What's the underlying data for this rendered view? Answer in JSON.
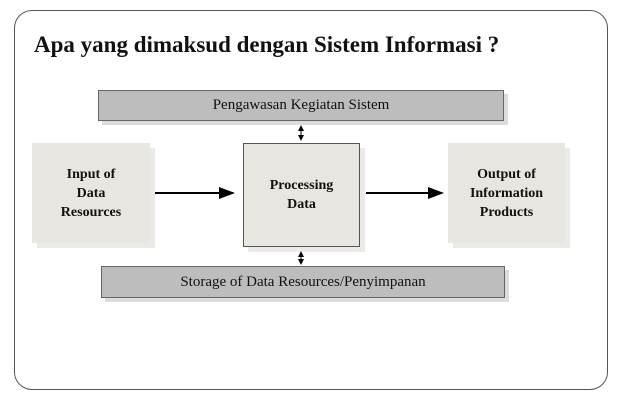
{
  "title": "Apa yang dimaksud dengan Sistem Informasi ?",
  "diagram": {
    "control": "Pengawasan Kegiatan Sistem",
    "input": "Input of\nData\nResources",
    "processing": "Processing\nData",
    "output": "Output of\nInformation\nProducts",
    "storage": "Storage of Data Resources/Penyimpanan"
  }
}
